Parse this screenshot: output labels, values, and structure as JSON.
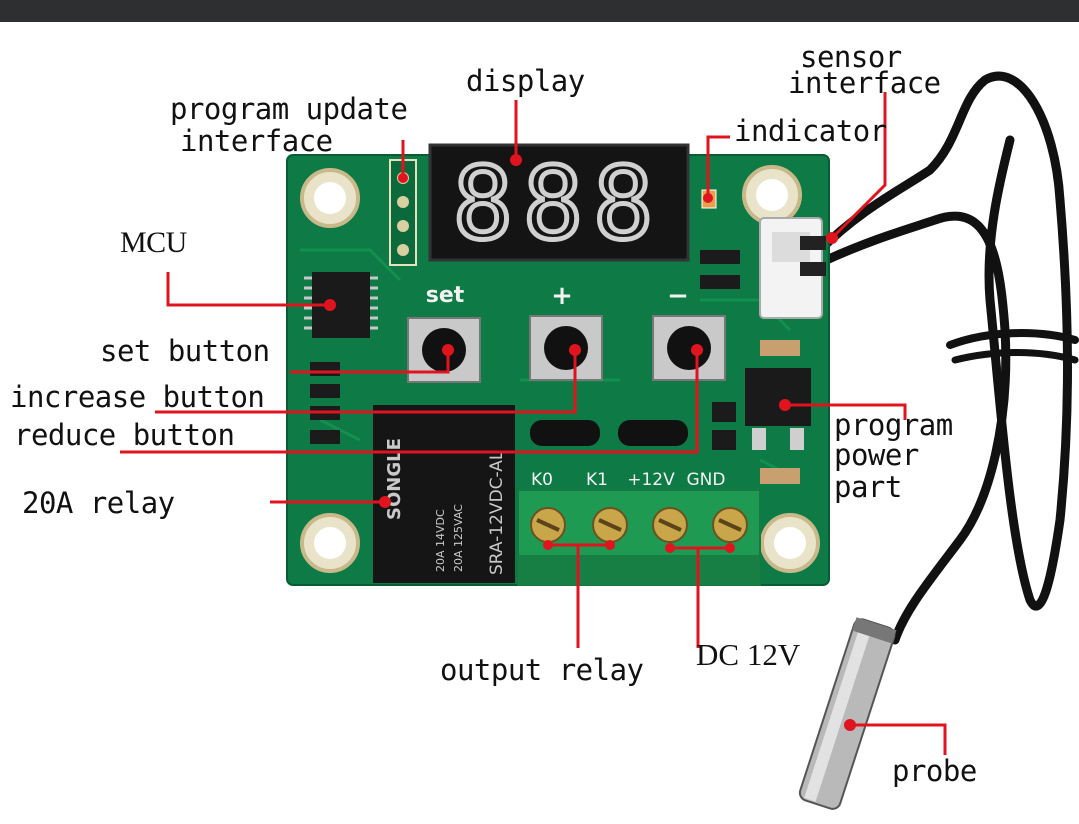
{
  "labels": {
    "display": "display",
    "program_update_line1": "program update",
    "program_update_line2": "interface",
    "indicator": "indicator",
    "sensor_line1": "sensor",
    "sensor_line2": "interface",
    "mcu": "MCU",
    "set_button": "set button",
    "increase_button": "increase button",
    "reduce_button": "reduce button",
    "relay_20a": "20A relay",
    "program_power_line1": "program",
    "program_power_line2": "power",
    "program_power_line3": "part",
    "output_relay": "output relay",
    "dc_12v": "DC 12V",
    "probe": "probe"
  },
  "board": {
    "display_digits": "888",
    "btn_set": "set",
    "btn_plus": "+",
    "btn_minus": "−",
    "terminal_k0": "K0",
    "terminal_k1": "K1",
    "terminal_12v": "+12V",
    "terminal_gnd": "GND",
    "relay_brand": "SONGLE",
    "relay_model": "SRA-12VDC-AL",
    "relay_rating1": "20A 14VDC",
    "relay_rating2": "20A 125VAC"
  },
  "colors": {
    "pcb": "#0e7a45",
    "pcb_dark": "#085a32",
    "leader": "#e0141e",
    "terminal": "#1f9a52"
  }
}
